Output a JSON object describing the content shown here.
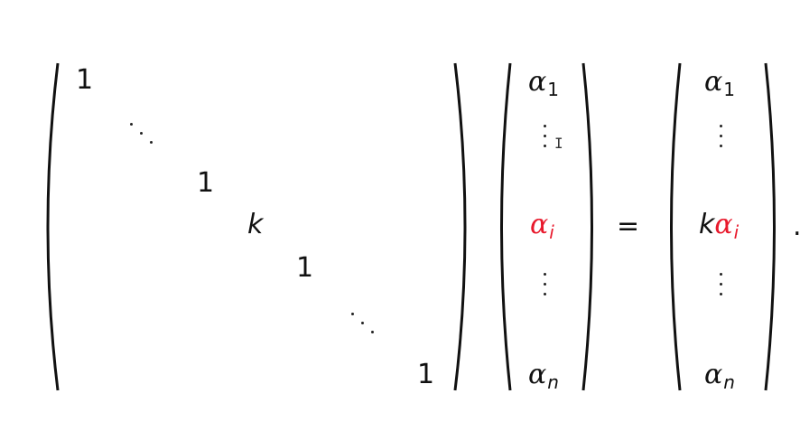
{
  "equation": {
    "matrix": {
      "entries": [
        "1",
        "1",
        "k",
        "1",
        "1"
      ]
    },
    "vector_left": {
      "first": {
        "symbol": "α",
        "subscript": "1"
      },
      "middle": {
        "symbol": "α",
        "subscript": "i"
      },
      "last": {
        "symbol": "α",
        "subscript": "n"
      }
    },
    "equals": "=",
    "vector_right": {
      "first": {
        "symbol": "α",
        "subscript": "1"
      },
      "middle_coefficient": "k",
      "middle": {
        "symbol": "α",
        "subscript": "i"
      },
      "last": {
        "symbol": "α",
        "subscript": "n"
      }
    },
    "trailing": "."
  },
  "colors": {
    "highlight": "#e8192c",
    "text": "#111111"
  },
  "icons": {
    "cursor": "text-cursor-icon"
  }
}
